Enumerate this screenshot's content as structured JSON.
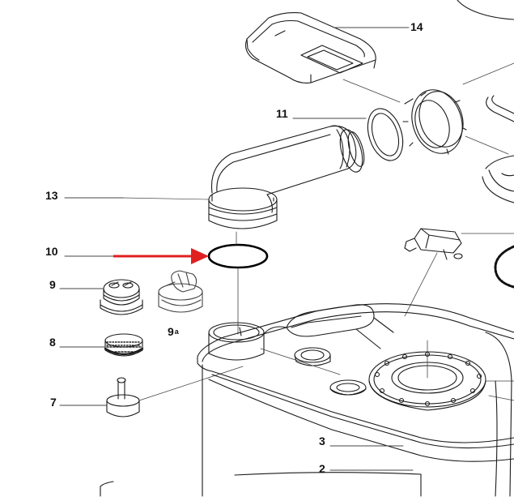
{
  "callouts": {
    "c14": "14",
    "c11": "11",
    "c13": "13",
    "c10": "10",
    "c9": "9",
    "c9a": "9",
    "c9a_sup": "a",
    "c8": "8",
    "c7": "7",
    "c3": "3",
    "c2": "2"
  },
  "colors": {
    "line": "#1a1a1a",
    "leader": "#444444",
    "arrow": "#e02020",
    "background": "#ffffff"
  },
  "highlight": {
    "target_part": "10",
    "arrow_icon": "red-arrow-icon"
  }
}
